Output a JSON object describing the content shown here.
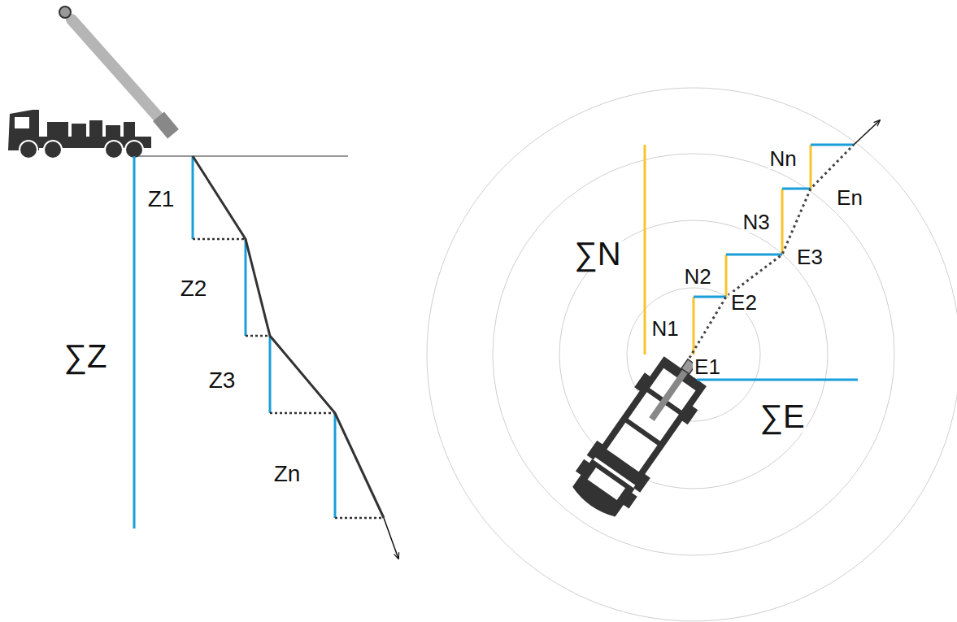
{
  "diagram": {
    "labels": [
      "Z1",
      "Z2",
      "Z3",
      "Zn",
      "∑Z",
      "∑N",
      "N1",
      "N2",
      "N3",
      "Nn",
      "E1",
      "E2",
      "E3",
      "En",
      "∑E"
    ]
  }
}
